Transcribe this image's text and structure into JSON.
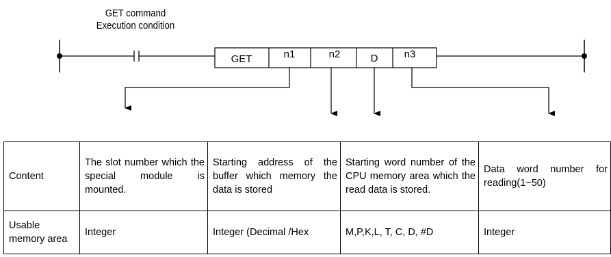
{
  "diagram": {
    "condition_line1": "GET command",
    "condition_line2": "Execution condition",
    "instruction_cells": [
      "GET",
      "n1",
      "n2",
      "D",
      "n3"
    ]
  },
  "table": {
    "rows": [
      {
        "header": "Content",
        "cells": [
          "The slot number which the special module is mounted.",
          "Starting address of the buffer which memory the data is stored",
          "Starting word number of the CPU memory area which the read data is stored.",
          "Data word number for reading(1~50)"
        ]
      },
      {
        "header": "Usable memory area",
        "cells": [
          "Integer",
          "Integer (Decimal /Hex",
          "M,P,K,L, T, C, D, #D",
          "Integer"
        ]
      }
    ]
  }
}
